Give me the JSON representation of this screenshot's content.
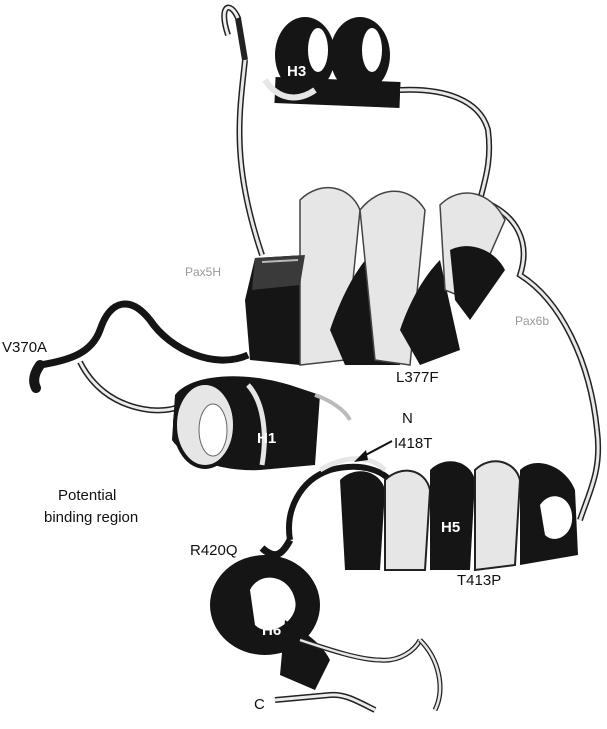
{
  "colors": {
    "ribbon_dark": "#151515",
    "ribbon_light": "#e6e6e6",
    "coil": "#222222",
    "background": "#ffffff"
  },
  "helices": {
    "h1": "H1",
    "h3": "H3",
    "h5": "H5",
    "h6": "H6"
  },
  "labels": {
    "v370a": "V370A",
    "l377f": "L377F",
    "n_terminus": "N",
    "i418t": "I418T",
    "potential_line1": "Potential",
    "potential_line2": "binding region",
    "r420q": "R420Q",
    "t413p": "T413P",
    "c_terminus": "C"
  },
  "faint_labels": {
    "left": "Pax5H",
    "right": "Pax6b"
  }
}
